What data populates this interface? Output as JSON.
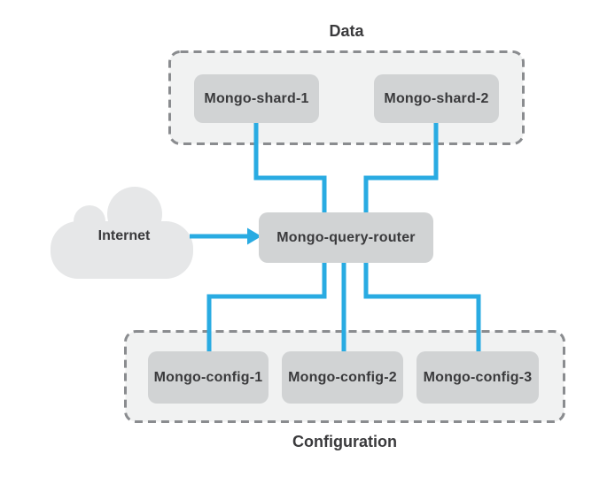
{
  "groups": {
    "data": {
      "label": "Data"
    },
    "config": {
      "label": "Configuration"
    }
  },
  "nodes": {
    "internet": {
      "label": "Internet"
    },
    "shard1": {
      "label": "Mongo-shard-1"
    },
    "shard2": {
      "label": "Mongo-shard-2"
    },
    "router": {
      "label": "Mongo-query-router"
    },
    "config1": {
      "label": "Mongo-config-1"
    },
    "config2": {
      "label": "Mongo-config-2"
    },
    "config3": {
      "label": "Mongo-config-3"
    }
  },
  "edges": [
    {
      "from": "internet",
      "to": "router",
      "style": "arrow"
    },
    {
      "from": "shard1",
      "to": "router",
      "style": "elbow"
    },
    {
      "from": "shard2",
      "to": "router",
      "style": "elbow"
    },
    {
      "from": "router",
      "to": "config1",
      "style": "elbow"
    },
    {
      "from": "router",
      "to": "config2",
      "style": "straight"
    },
    {
      "from": "router",
      "to": "config3",
      "style": "elbow"
    }
  ],
  "colors": {
    "connector_blue": "#29abe2",
    "node_fill": "#d1d3d4",
    "group_fill": "#f1f2f2",
    "group_border": "#8a8c8f",
    "cloud_fill": "#e6e7e8",
    "text": "#3a3a3c",
    "background": "#ffffff"
  }
}
